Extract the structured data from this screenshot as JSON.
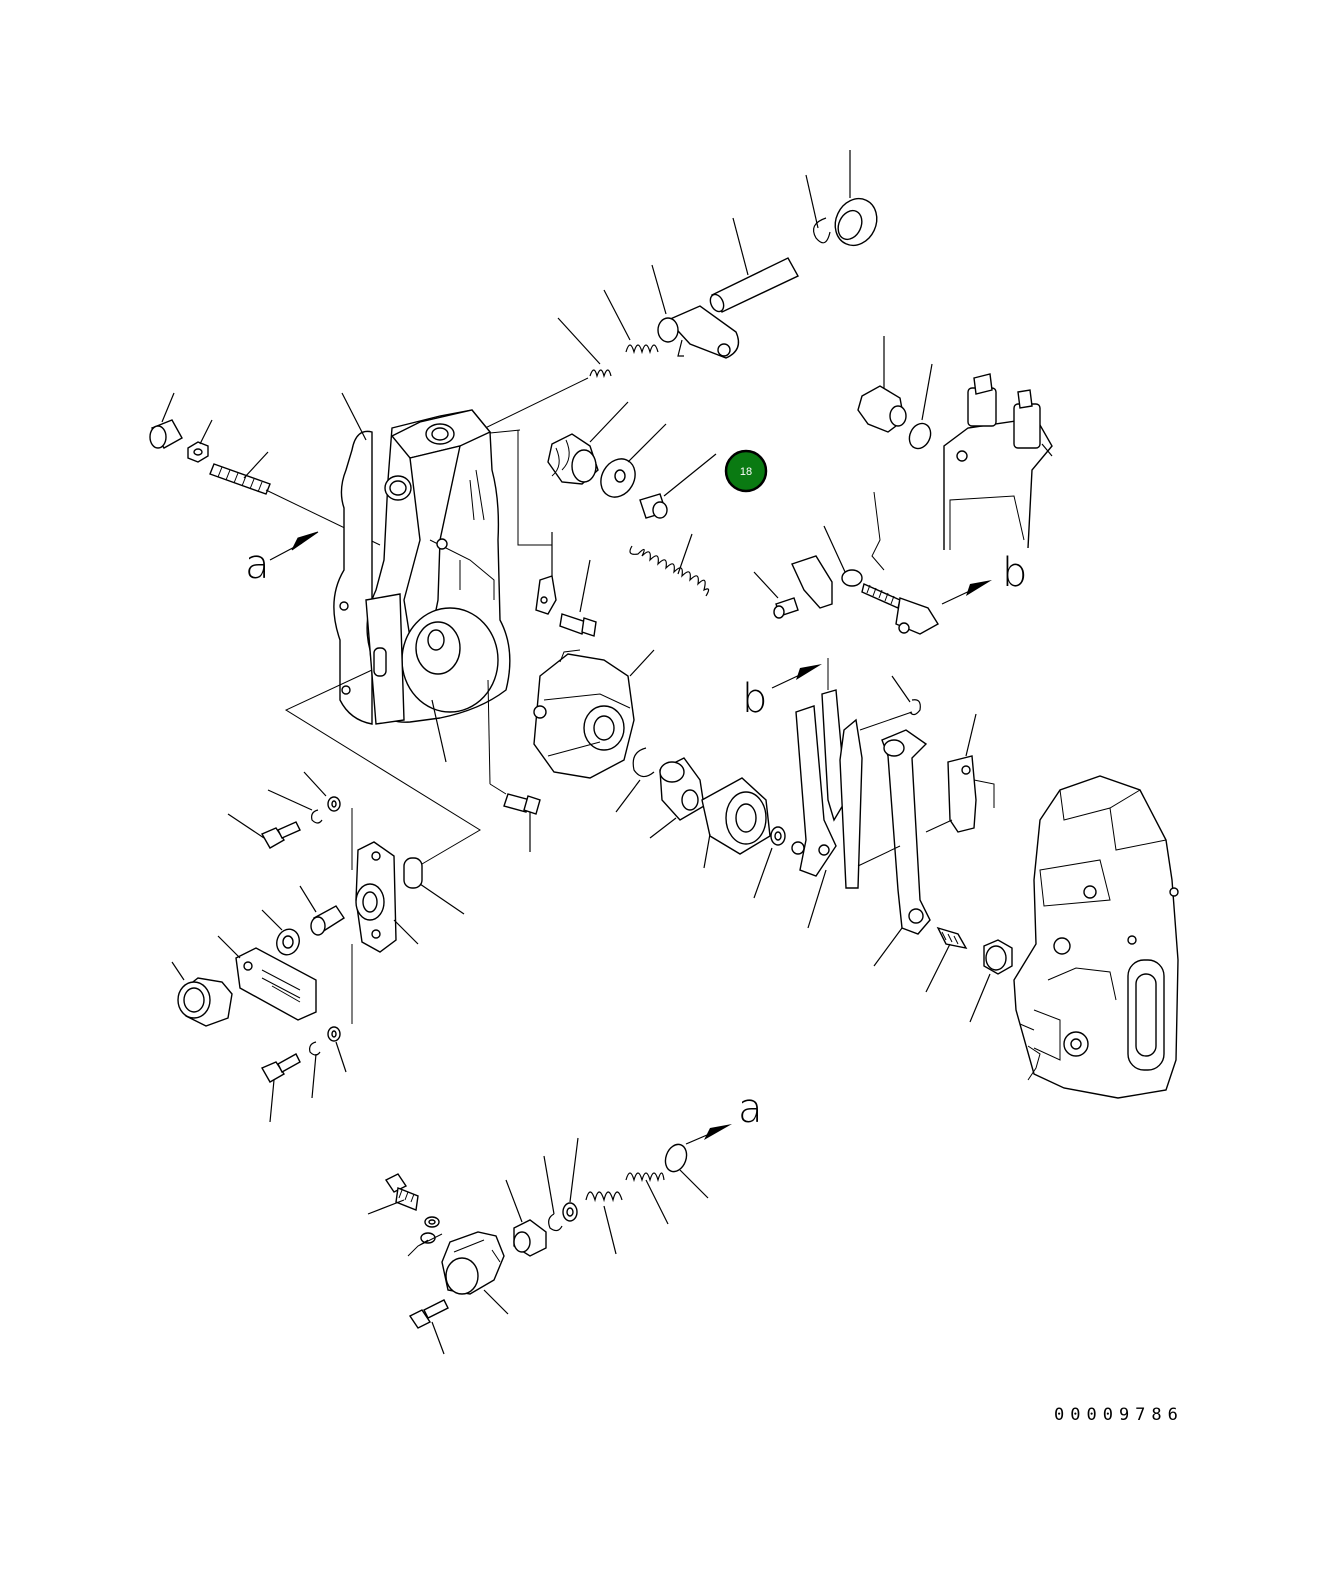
{
  "diagram": {
    "drawing_number": "00009786",
    "reference_letters": {
      "a": "a",
      "b": "b"
    },
    "highlighted_callout": {
      "label": "18",
      "fill_color": "#0a7a12",
      "ring_color": "#000000"
    }
  }
}
